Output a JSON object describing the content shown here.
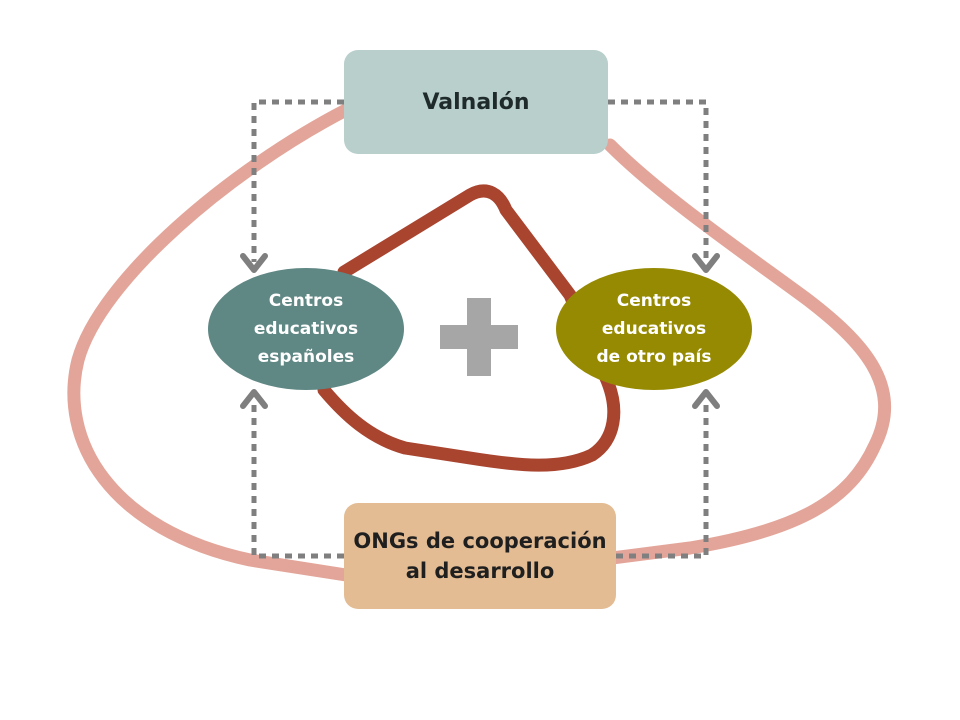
{
  "nodes": {
    "valnalon": "Valnalón",
    "ongs": "ONGs de cooperación\nal desarrollo",
    "spain": "Centros\neducativos\nespañoles",
    "other": "Centros\neducativos\nde otro país"
  },
  "colors": {
    "outer_loop": "#e3a599",
    "inner_loop": "#a9442f",
    "dotted_arrows": "#7f7f7f",
    "plus": "#a6a6a6",
    "valnalon_box": "#b8cfcc",
    "ongs_box": "#e3bc94",
    "spain_ellipse": "#5f8784",
    "other_ellipse": "#968a03"
  },
  "icons": {
    "center": "plus-icon"
  }
}
